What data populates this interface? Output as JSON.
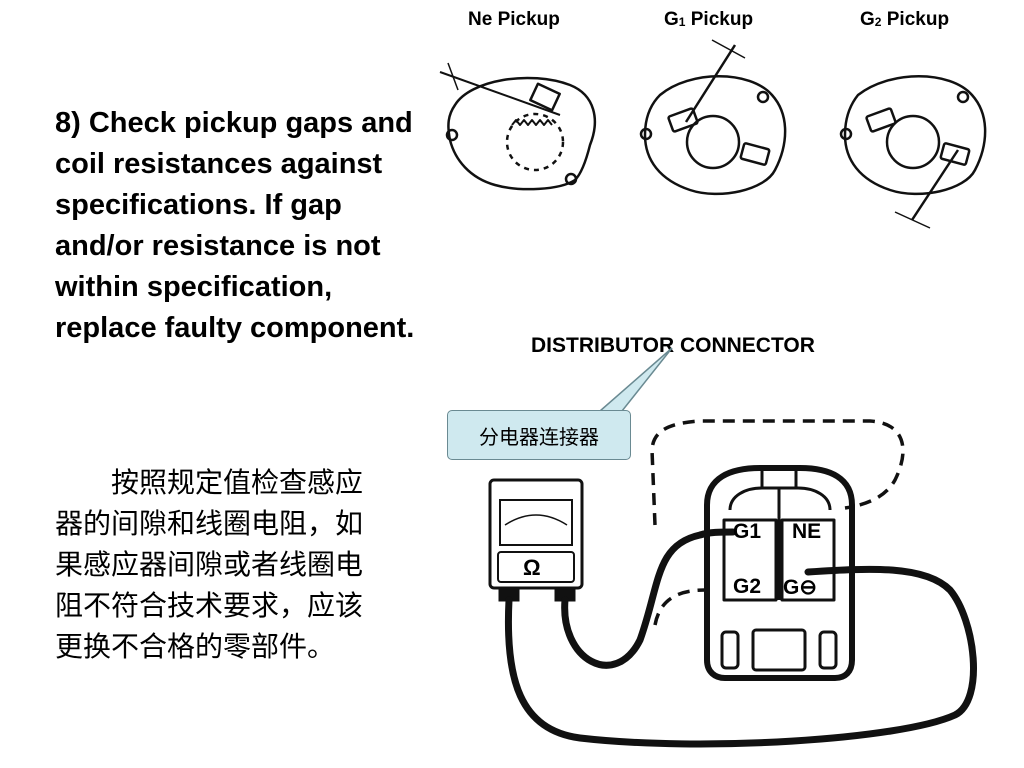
{
  "instructions": {
    "english": "8) Check pickup gaps and coil resistances against specifications. If gap and/or resistance is not within specification, replace faulty component.",
    "chinese_indent": "",
    "chinese": "按照规定值检查感应器的间隙和线圈电阻，如果感应器间隙或者线圈电阻不符合技术要求，应该更换不合格的零部件。"
  },
  "pickups": [
    {
      "prefix": "Ne",
      "sub": "",
      "suffix": " Pickup"
    },
    {
      "prefix": "G",
      "sub": "1",
      "suffix": " Pickup"
    },
    {
      "prefix": "G",
      "sub": "2",
      "suffix": " Pickup"
    }
  ],
  "connector": {
    "title": "DISTRIBUTOR CONNECTOR",
    "callout": "分电器连接器",
    "meter_symbol": "Ω",
    "pins": [
      "G1",
      "NE",
      "G2",
      "G⊖"
    ]
  }
}
